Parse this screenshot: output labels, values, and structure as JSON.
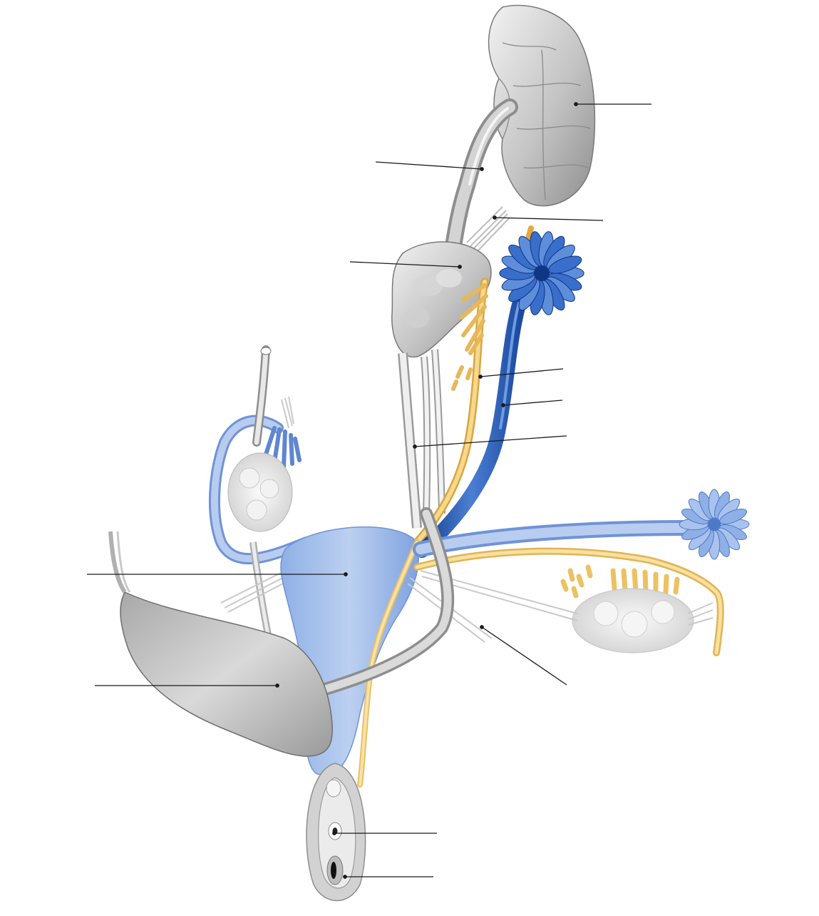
{
  "figure": {
    "labels": [],
    "colors": {
      "background": "#ffffff",
      "gray_structure": "#c9c9c9",
      "gray_dark": "#8e8e8e",
      "gray_light": "#ebebeb",
      "blue_light": "#9ab8e6",
      "blue_mid": "#6f93d6",
      "blue_dark": "#1f4fa6",
      "yellow": "#f2c86a",
      "yellow_light": "#f9e3a8",
      "leader_line": "#1a1a1a"
    },
    "leader_lines": [
      {
        "id": "kidney"
      },
      {
        "id": "ureter-upper"
      },
      {
        "id": "nerves-upper"
      },
      {
        "id": "gonad"
      },
      {
        "id": "yellow-duct"
      },
      {
        "id": "blue-duct"
      },
      {
        "id": "gray-duct"
      },
      {
        "id": "uterus"
      },
      {
        "id": "bladder"
      },
      {
        "id": "ligament"
      },
      {
        "id": "upper-opening"
      },
      {
        "id": "lower-opening"
      }
    ]
  }
}
